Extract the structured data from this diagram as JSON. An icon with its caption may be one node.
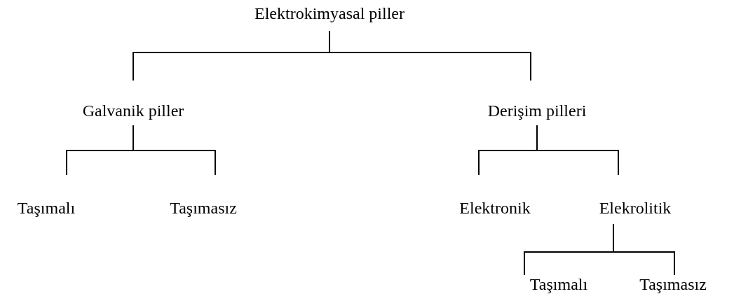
{
  "diagram": {
    "nodes": [
      {
        "text": [
          "Elektrokimyasal piller"
        ]
      },
      {
        "text": [
          "Galvanik piller"
        ]
      },
      {
        "text": [
          "Derişim pilleri"
        ]
      },
      {
        "text": [
          "Taşımalı"
        ]
      },
      {
        "text": [
          "Taşımasız"
        ]
      },
      {
        "text": [
          "Elektronik"
        ]
      },
      {
        "text": [
          "Elekrolitik"
        ]
      },
      {
        "text": [
          "Taşımalı"
        ]
      },
      {
        "text": [
          "Taşımasız"
        ]
      }
    ],
    "edges": [
      {
        "from": 0,
        "to": 1,
        "arrow": "none"
      },
      {
        "from": 0,
        "to": 2,
        "arrow": "none"
      },
      {
        "from": 1,
        "to": 3,
        "arrow": "none"
      },
      {
        "from": 1,
        "to": 4,
        "arrow": "none"
      },
      {
        "from": 2,
        "to": 5,
        "arrow": "none"
      },
      {
        "from": 2,
        "to": 6,
        "arrow": "none"
      },
      {
        "from": 6,
        "to": 7,
        "arrow": "none"
      },
      {
        "from": 6,
        "to": 8,
        "arrow": "none"
      }
    ]
  }
}
